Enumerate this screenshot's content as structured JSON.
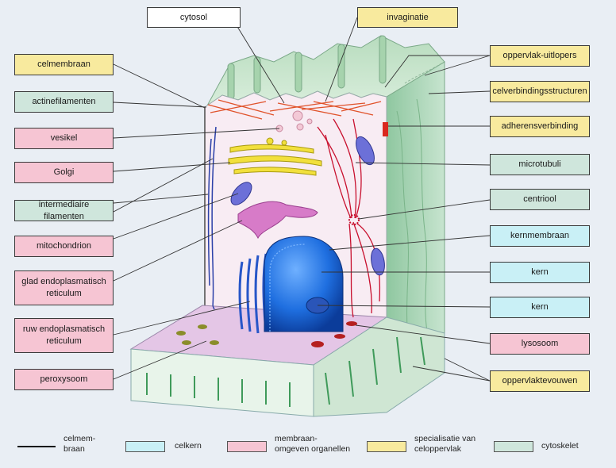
{
  "labels": {
    "cytosol": "cytosol",
    "invaginatie": "invaginatie",
    "celmembraan": "celmembraan",
    "oppervlak_uitlopers": "oppervlak-uitlopers",
    "actinefilamenten": "actinefilamenten",
    "celverbindingsstructuren": "celverbindingsstructuren",
    "adherensverbinding": "adherensverbinding",
    "vesikel": "vesikel",
    "microtubuli": "microtubuli",
    "golgi": "Golgi",
    "intermediaire_filamenten": "intermediaire filamenten",
    "centriool": "centriool",
    "mitochondrion": "mitochondrion",
    "kernmembraan": "kernmembraan",
    "glad_er_1": "glad endoplasmatisch",
    "glad_er_2": "reticulum",
    "kern_1": "kern",
    "kern_2": "kern",
    "ruw_er_1": "ruw endoplasmatisch",
    "ruw_er_2": "reticulum",
    "lysosoom": "lysosoom",
    "peroxysoom": "peroxysoom",
    "oppervlaktevouwen": "oppervlaktevouwen"
  },
  "legend": {
    "line_1": "celmem-",
    "line_2": "braan",
    "celkern": "celkern",
    "membraan_1": "membraan-",
    "membraan_2": "omgeven organellen",
    "spec_1": "specialisatie van",
    "spec_2": "celoppervlak",
    "cytoskelet": "cytoskelet"
  },
  "colors": {
    "pink": "#f6c5d3",
    "yellow": "#f8ea9e",
    "green": "#cfe6dc",
    "cyan": "#c9f0f6",
    "nucleus": "#1f6fe0",
    "actin": "#e0522a",
    "microtubule": "#c8102e",
    "golgi": "#f2e03c",
    "er": "#2756c8"
  }
}
